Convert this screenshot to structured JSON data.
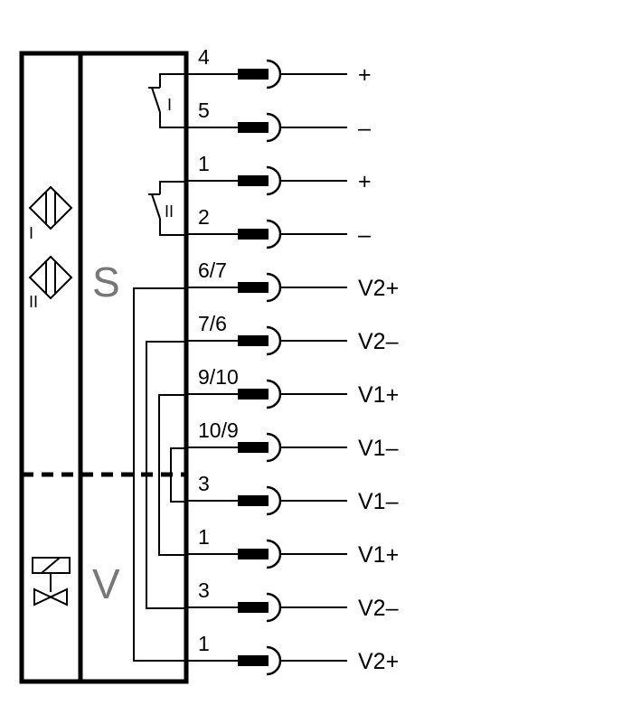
{
  "sections": {
    "sensor": {
      "letter": "S",
      "sensor_labels": [
        "I",
        "II"
      ]
    },
    "valve": {
      "letter": "V"
    }
  },
  "switches": [
    {
      "label": "I"
    },
    {
      "label": "II"
    }
  ],
  "terminals": [
    {
      "pin": "4",
      "signal": "+"
    },
    {
      "pin": "5",
      "signal": "–"
    },
    {
      "pin": "1",
      "signal": "+"
    },
    {
      "pin": "2",
      "signal": "–"
    },
    {
      "pin": "6/7",
      "signal": "V2+"
    },
    {
      "pin": "7/6",
      "signal": "V2–"
    },
    {
      "pin": "9/10",
      "signal": "V1+"
    },
    {
      "pin": "10/9",
      "signal": "V1–"
    },
    {
      "pin": "3",
      "signal": "V1–"
    },
    {
      "pin": "1",
      "signal": "V1+"
    },
    {
      "pin": "3",
      "signal": "V2–"
    },
    {
      "pin": "1",
      "signal": "V2+"
    }
  ],
  "colors": {
    "line": "#000000",
    "section_letter": "#777777"
  }
}
